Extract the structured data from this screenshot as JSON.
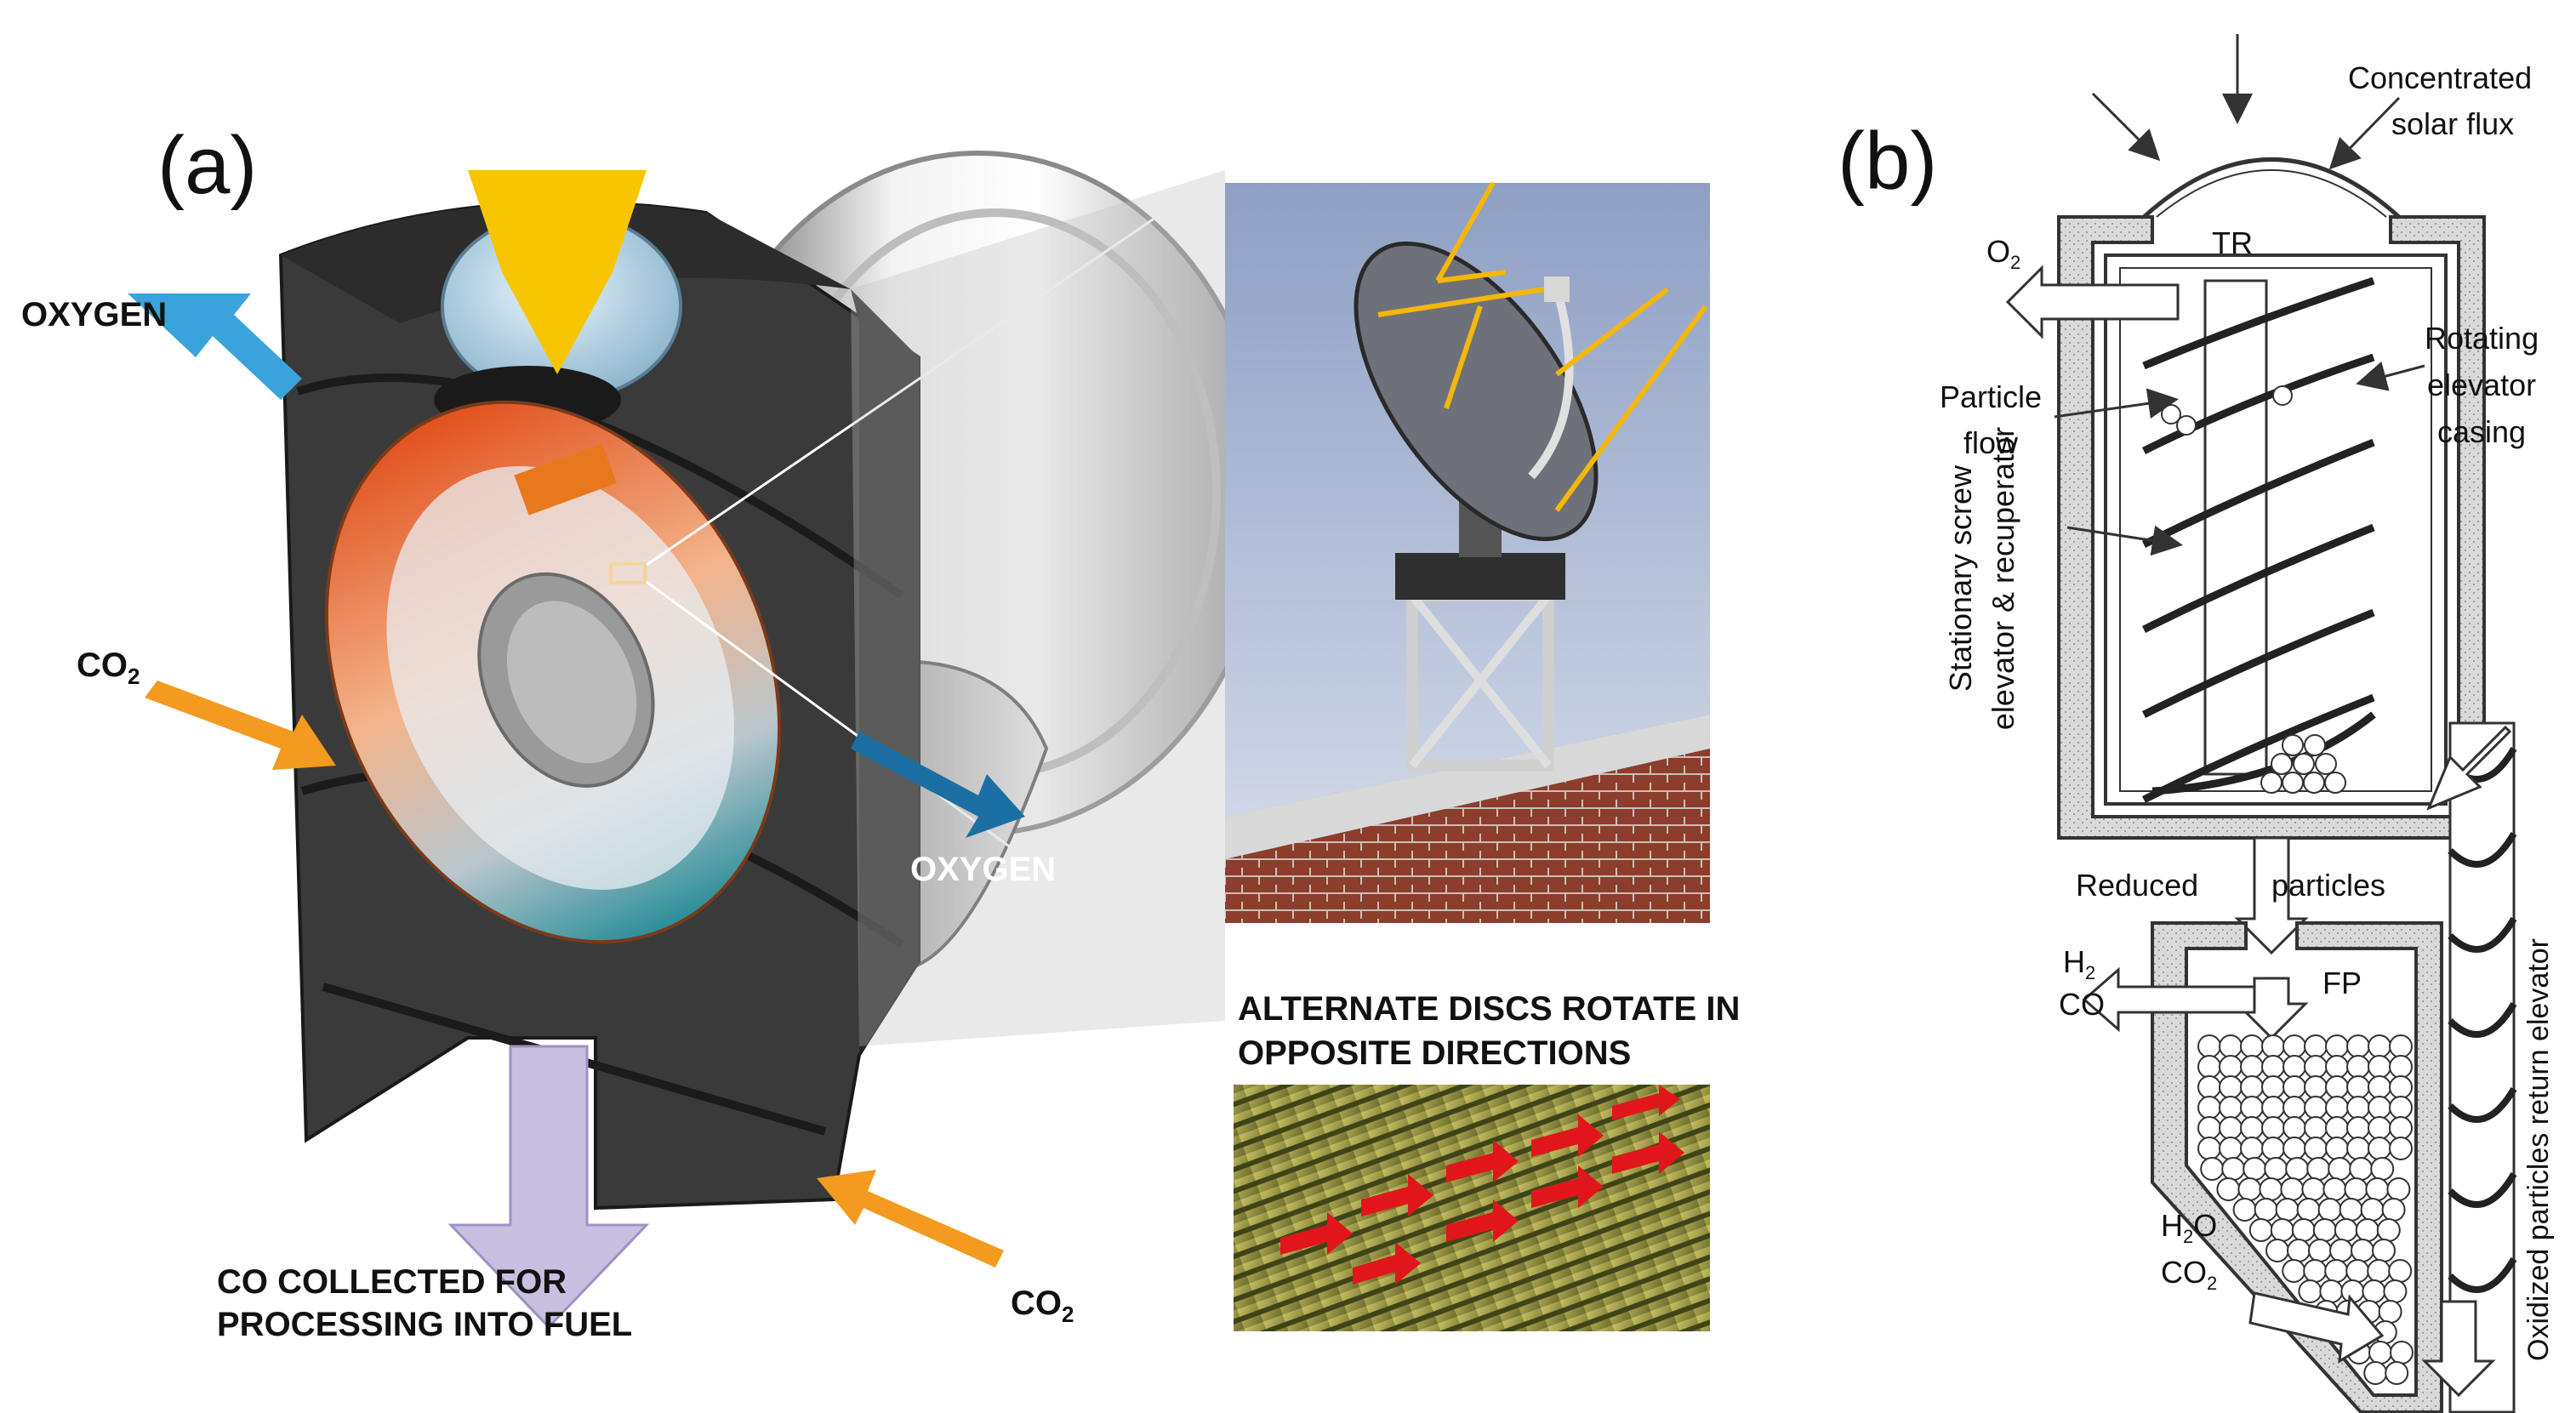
{
  "panel_a": {
    "letter": "(a)",
    "label_oxygen_left": "OXYGEN",
    "label_oxygen_right": "OXYGEN",
    "label_co2_left": "CO",
    "label_co2_left_sub": "2",
    "label_co2_bottom": "CO",
    "label_co2_bottom_sub": "2",
    "label_co_line1": "CO COLLECTED FOR",
    "label_co_line2": "PROCESSING INTO FUEL",
    "label_discs_line1": "ALTERNATE DISCS ROTATE IN",
    "label_discs_line2": "OPPOSITE DIRECTIONS"
  },
  "panel_b": {
    "letter": "(b)",
    "concentrated_line1": "Concentrated",
    "concentrated_line2": "solar flux",
    "tr": "TR",
    "o2": "O",
    "o2_sub": "2",
    "particle_line1": "Particle",
    "particle_line2": "flow",
    "rotating_line1": "Rotating",
    "rotating_line2": "elevator",
    "rotating_line3": "casing",
    "stationary_line1": "Stationary screw",
    "stationary_line2": "elevator & recuperator",
    "reduced": "Reduced",
    "particles": "particles",
    "h2": "H",
    "h2_sub": "2",
    "co": "CO",
    "fp": "FP",
    "h2o": "H",
    "h2o_sub": "2",
    "h2o_tail": "O",
    "co2": "CO",
    "co2_sub": "2",
    "oxidized": "Oxidized particles return elevator"
  },
  "colors": {
    "oxygen_arrow": "#3aa3dc",
    "co2_arrow": "#f39a1f",
    "solar_arrow": "#f7c500",
    "co_arrow": "#c9bfe0",
    "reactor_body": "#3b3b3b",
    "sky": "#aab8d6",
    "disc_arrows": "#e0161b"
  }
}
